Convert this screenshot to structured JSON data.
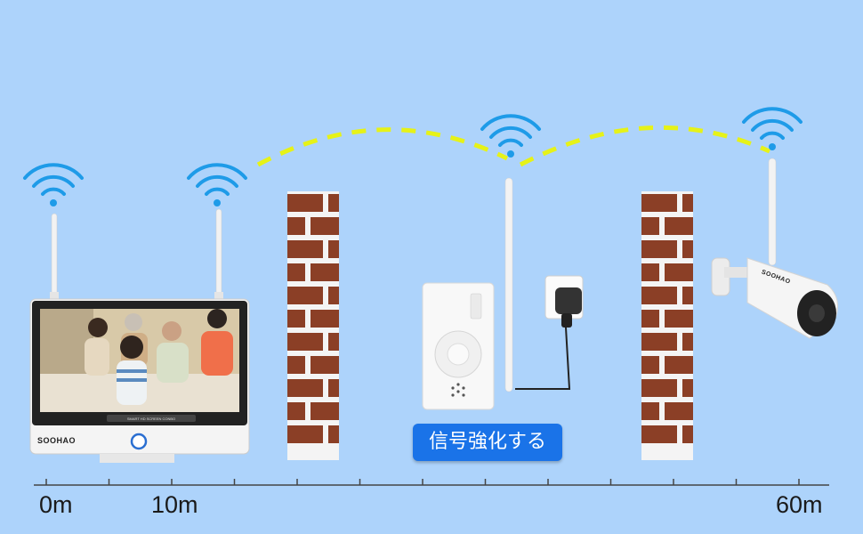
{
  "booster": {
    "label": "信号強化する"
  },
  "distance_markers": [
    "0m",
    "10m",
    "60m"
  ],
  "brand": "SOOHAO",
  "screen_caption": "SMART HD SCREEN CONBO",
  "colors": {
    "background": "#ADD3FB",
    "signal": "#1E9BE8",
    "link": "#E6F218",
    "brick": "#8B3F26",
    "label_bg": "#1A73E8"
  }
}
